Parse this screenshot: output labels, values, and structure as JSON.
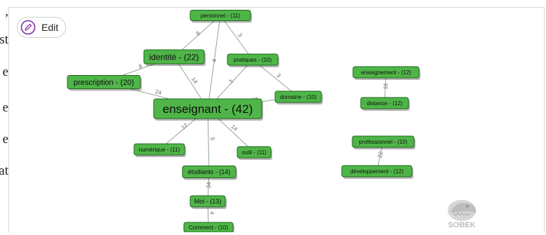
{
  "left_fragments": [
    ",",
    "st",
    "e",
    "e",
    "e",
    "at"
  ],
  "edit_button": {
    "label": "Edit",
    "icon": "pencil-circle-icon"
  },
  "logo": {
    "text": "SOBEK",
    "icon": "crocodile-logo-icon"
  },
  "graph": {
    "nodes": [
      {
        "id": "personnel",
        "label": "personnel - (11)"
      },
      {
        "id": "identite",
        "label": "identité - (22)"
      },
      {
        "id": "pratiques",
        "label": "pratiques - (10)"
      },
      {
        "id": "prescription",
        "label": "prescription - (20)"
      },
      {
        "id": "enseignant",
        "label": "enseignant - (42)"
      },
      {
        "id": "domaine",
        "label": "domaine - (10)"
      },
      {
        "id": "numerique",
        "label": "numérique - (11)"
      },
      {
        "id": "outil",
        "label": "outil - (11)"
      },
      {
        "id": "etudiants",
        "label": "étudiants - (14)"
      },
      {
        "id": "moi",
        "label": "Moi - (13)"
      },
      {
        "id": "comment",
        "label": "Comment - (10)"
      },
      {
        "id": "enseignement",
        "label": "enseignement - (12)"
      },
      {
        "id": "distance",
        "label": "distance - (12)"
      },
      {
        "id": "professionnel",
        "label": "professionnel - (10)"
      },
      {
        "id": "developpement",
        "label": "développement - (12)"
      }
    ],
    "edges": [
      {
        "from": "personnel",
        "to": "identite",
        "weight": "8"
      },
      {
        "from": "personnel",
        "to": "pratiques",
        "weight": "3"
      },
      {
        "from": "personnel",
        "to": "enseignant",
        "weight": "4"
      },
      {
        "from": "identite",
        "to": "prescription",
        "weight": "8"
      },
      {
        "from": "identite",
        "to": "enseignant",
        "weight": "14"
      },
      {
        "from": "pratiques",
        "to": "enseignant",
        "weight": "3"
      },
      {
        "from": "pratiques",
        "to": "domaine",
        "weight": "3"
      },
      {
        "from": "prescription",
        "to": "enseignant",
        "weight": "24"
      },
      {
        "from": "enseignant",
        "to": "domaine",
        "weight": "12"
      },
      {
        "from": "enseignant",
        "to": "numerique",
        "weight": "12"
      },
      {
        "from": "enseignant",
        "to": "outil",
        "weight": "14"
      },
      {
        "from": "enseignant",
        "to": "etudiants",
        "weight": "5"
      },
      {
        "from": "etudiants",
        "to": "moi",
        "weight": "34"
      },
      {
        "from": "moi",
        "to": "comment",
        "weight": "4"
      },
      {
        "from": "enseignement",
        "to": "distance",
        "weight": "16"
      },
      {
        "from": "professionnel",
        "to": "developpement",
        "weight": "22"
      }
    ]
  }
}
